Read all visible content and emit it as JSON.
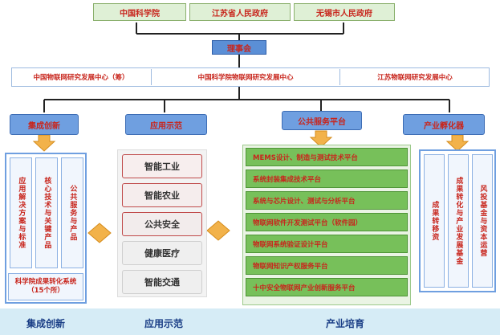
{
  "top_orgs": [
    "中国科学院",
    "江苏省人民政府",
    "无锡市人民政府"
  ],
  "council": "理事会",
  "centers": [
    "中国物联网研究发展中心（筹）",
    "中国科学院物联网研究发展中心",
    "江苏物联网研究发展中心"
  ],
  "categories": {
    "integration": "集成创新",
    "application": "应用示范",
    "public_service": "公共服务平台",
    "industry_incubation": "产业孵化器"
  },
  "integration_items": [
    "应用解决方案与标准",
    "核心技术与关键产品",
    "公共服务与产品"
  ],
  "integration_footer": "科学院成果转化系统（15个所）",
  "application_items": [
    "智能工业",
    "智能农业",
    "公共安全",
    "健康医疗",
    "智能交通"
  ],
  "platform_items": [
    "MEMS设计、制造与测试技术平台",
    "系统封装集成技术平台",
    "系统与芯片设计、测试与分析平台",
    "物联网软件开发测试平台（软件园）",
    "物联网系统验证设计平台",
    "物联网知识产权服务平台",
    "十中安全物联网产业创新服务平台"
  ],
  "incubator_items": [
    "成果转移资",
    "成果转化与产业发展基金",
    "风投基金与资本运营"
  ],
  "bottom_labels": [
    "集成创新",
    "应用示范",
    "产业培育"
  ],
  "colors": {
    "red_text": "#c8261d",
    "blue_box": "#6f9fe0",
    "green_box": "#77c05a",
    "bottom_band": "#d6ecf6"
  }
}
